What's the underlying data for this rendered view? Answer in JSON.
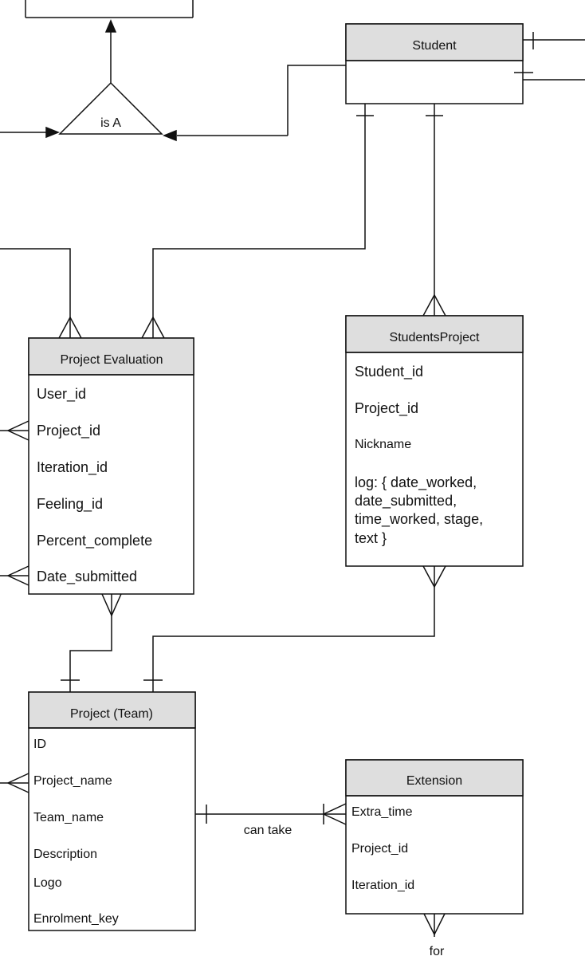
{
  "colors": {
    "header_fill": "#dedede",
    "line": "#111111",
    "background": "#ffffff"
  },
  "inheritance": {
    "label": "is A"
  },
  "entities": {
    "student": {
      "title": "Student",
      "attributes": []
    },
    "students_project": {
      "title": "StudentsProject",
      "attributes": [
        "Student_id",
        "Project_id",
        "Nickname",
        "log: { date_worked,",
        "date_submitted,",
        "time_worked, stage,",
        "text }"
      ]
    },
    "project_evaluation": {
      "title": "Project Evaluation",
      "attributes": [
        "User_id",
        "Project_id",
        "Iteration_id",
        "Feeling_id",
        "Percent_complete",
        "Date_submitted"
      ]
    },
    "project_team": {
      "title": "Project (Team)",
      "attributes": [
        "ID",
        "Project_name",
        "Team_name",
        "Description",
        "Logo",
        "Enrolment_key"
      ]
    },
    "extension": {
      "title": "Extension",
      "attributes": [
        "Extra_time",
        "Project_id",
        "Iteration_id"
      ]
    }
  },
  "relationships": {
    "can_take": {
      "label": "can take"
    },
    "for": {
      "label": "for"
    }
  }
}
